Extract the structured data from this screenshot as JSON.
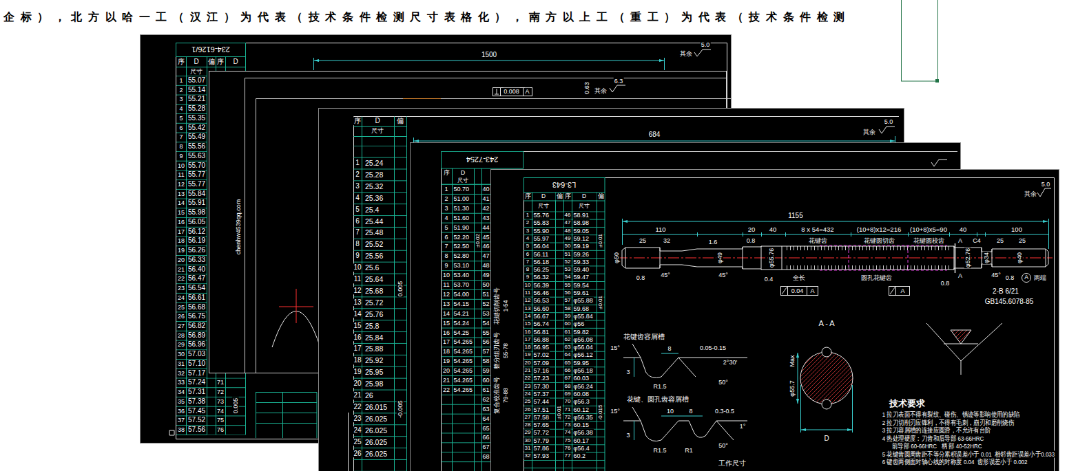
{
  "diagram": {
    "nodes": [
      {
        "text": [
          "234-6126/1",
          "序",
          "D",
          "偏",
          "序",
          "D",
          "尺寸",
          "1",
          "55.07",
          "2",
          "55.14",
          "3",
          "55.21",
          "4",
          "55.28",
          "5",
          "55.35",
          "6",
          "55.42",
          "7",
          "55.49",
          "8",
          "55.56",
          "9",
          "55.63",
          "10",
          "55.70",
          "11",
          "55.77",
          "12",
          "55.77",
          "13",
          "55.84",
          "14",
          "55.91",
          "15",
          "55.98",
          "16",
          "56.05",
          "17",
          "56.12",
          "18",
          "56.19",
          "19",
          "56.26",
          "20",
          "56.33",
          "21",
          "56.40",
          "22",
          "56.47",
          "23",
          "56.54",
          "24",
          "56.61",
          "25",
          "56.68",
          "26",
          "56.75",
          "27",
          "56.82",
          "28",
          "56.89",
          "29",
          "56.96",
          "30",
          "57.03",
          "31",
          "57.10",
          "32",
          "57.17",
          "33",
          "57.24",
          "34",
          "57.31",
          "35",
          "57.38",
          "36",
          "57.45",
          "37",
          "57.52",
          "38",
          "57.56",
          "71",
          "72",
          "73",
          "74",
          "75",
          "76",
          "0.005",
          "1500",
          "其余",
          "5.0",
          "其余",
          "6.3",
          "0.63",
          "0.008",
          "A",
          "chenhw4539qq.com"
        ]
      },
      {
        "text": [
          "684",
          "其余",
          "5.0",
          "序",
          "D",
          "偏",
          "尺寸",
          "1",
          "25.24",
          "2",
          "25.28",
          "3",
          "25.32",
          "4",
          "25.36",
          "5",
          "25.4",
          "6",
          "25.44",
          "7",
          "25.48",
          "8",
          "25.52",
          "9",
          "25.56",
          "10",
          "25.6",
          "11",
          "25.64",
          "12",
          "25.68",
          "13",
          "25.72",
          "14",
          "25.76",
          "15",
          "25.8",
          "16",
          "25.84",
          "17",
          "25.88",
          "18",
          "25.92",
          "19",
          "25.95",
          "20",
          "25.98",
          "21",
          "26",
          "22",
          "26.015",
          "23",
          "26.025",
          "24",
          "26.025",
          "25",
          "26.025",
          "26",
          "26.025",
          "0.005",
          "-0.005"
        ]
      },
      {
        "text": [
          "243-7254",
          "序",
          "D",
          "尺寸",
          "1",
          "50.70",
          "2",
          "51.00",
          "3",
          "51.30",
          "4",
          "51.60",
          "5",
          "51.90",
          "6",
          "52.20",
          "7",
          "52.50",
          "8",
          "52.80",
          "9",
          "53.10",
          "10",
          "53.40",
          "11",
          "53.70",
          "12",
          "54.00",
          "13",
          "54.15",
          "14",
          "54.21",
          "15",
          "54.24",
          "16",
          "54.25",
          "17",
          "54.265",
          "18",
          "54.265",
          "19",
          "54.265",
          "20",
          "54.265",
          "21",
          "54.265",
          "22",
          "54.265",
          "40",
          "41",
          "42",
          "43",
          "44",
          "45",
          "46",
          "47",
          "48",
          "49",
          "50",
          "51",
          "52",
          "53",
          "54",
          "55",
          "56",
          "57",
          "58",
          "59",
          "60",
          "61",
          "62",
          "63",
          "64",
          "65",
          "66",
          "67",
          "68",
          "±0.02"
        ]
      },
      {
        "text": [
          "L3-643",
          "序",
          "D",
          "偏",
          "序",
          "D",
          "偏",
          "尺寸",
          "尺寸",
          "1",
          "55.76",
          "2",
          "55.83",
          "3",
          "55.90",
          "4",
          "55.97",
          "5",
          "56.04",
          "6",
          "56.11",
          "7",
          "56.18",
          "8",
          "56.25",
          "9",
          "56.32",
          "10",
          "56.39",
          "11",
          "56.46",
          "12",
          "56.53",
          "13",
          "56.60",
          "14",
          "56.67",
          "15",
          "56.74",
          "16",
          "56.81",
          "17",
          "56.88",
          "18",
          "56.95",
          "19",
          "57.02",
          "20",
          "57.09",
          "21",
          "57.16",
          "22",
          "57.23",
          "23",
          "57.30",
          "24",
          "57.37",
          "25",
          "57.44",
          "26",
          "57.51",
          "27",
          "57.58",
          "28",
          "57.65",
          "29",
          "57.72",
          "30",
          "57.79",
          "31",
          "57.86",
          "32",
          "57.93",
          "46",
          "58.91",
          "47",
          "58.98",
          "48",
          "59.05",
          "49",
          "59.12",
          "50",
          "59.19",
          "51",
          "59.26",
          "52",
          "59.33",
          "53",
          "59.40",
          "54",
          "59.47",
          "55",
          "59.54",
          "56",
          "59.61",
          "57",
          "φ55.88",
          "58",
          "59.68",
          "59",
          "φ55.84",
          "60",
          "φ56",
          "61",
          "59.82",
          "62",
          "φ56.08",
          "63",
          "φ56.04",
          "64",
          "φ56.12",
          "65",
          "59.95",
          "66",
          "φ56.18",
          "67",
          "60.03",
          "68",
          "φ56.24",
          "69",
          "60.08",
          "70",
          "φ56.3",
          "71",
          "60.12",
          "72",
          "φ56.35",
          "73",
          "60.15",
          "74",
          "φ56.38",
          "75",
          "60.17",
          "76",
          "φ56.4",
          "77",
          "60.2",
          "±0.01",
          "±0.01",
          "±0.01",
          "-0.015",
          "花键切削齿号",
          "1-54",
          "整分组刃齿号",
          "55-78",
          "复合校准齿号",
          "79-88",
          "其余",
          "5.0",
          "1155",
          "110",
          "25",
          "32",
          "20",
          "40",
          "8 x 54=432",
          "(10+8)x12=216",
          "(10+8)x5=90",
          "40",
          "100",
          "25",
          "25",
          "C4",
          "花键齿",
          "花键圆切齿",
          "花键圆校齿",
          "φ50",
          "φ49",
          "φ55.76",
          "φ52.76",
          "φ34",
          "φ40",
          "1.6",
          "0.8",
          "A",
          "A",
          "0.8",
          "45°",
          "45°",
          "0.4",
          "0.8",
          "45°",
          "0.8",
          "A",
          "两端",
          "全长",
          "0.04",
          "A",
          "圆孔花键齿",
          "A",
          "2-B 6/21",
          "GB145.6078-85",
          "花键齿容屑槽",
          "15°",
          "8",
          "0.05-0.15",
          "2°30'",
          "3",
          "R1.5",
          "50°",
          "花键、圆孔齿容屑槽",
          "15°",
          "10",
          "8",
          "0.3-0.5",
          "1°",
          "3",
          "R1.5",
          "R1",
          "50°",
          "工作尺寸",
          "A - A",
          "φ55.7",
          "Max",
          "D",
          "技术要求",
          "1 拉刀表面不得有裂纹、碰伤、锈迹等影响使用的缺陷",
          "2 拉刀切削刃应锋利，不得有毛刺，崩刃和磨削烧伤",
          "3 拉刀容屑槽的连接应圆滑，不允许有台阶",
          "4 热处理硬度：刀齿和后导部 63-66HRC",
          "前导部 60-66HRC   柄 部 40-52HRC",
          "5 花键齿圆周齿距不等分累积误差小于 0.01  相邻齿距误差小于0.033",
          "6 键齿两侧面对轴心线的对称度 0.04  齿形误差小于 0.002"
        ]
      }
    ],
    "labels": [
      "企标），北方以哈一工（汉江）为代表（技术条件检测尺寸表格化），南方以上工（重工）为代表（技术条件检测"
    ]
  }
}
